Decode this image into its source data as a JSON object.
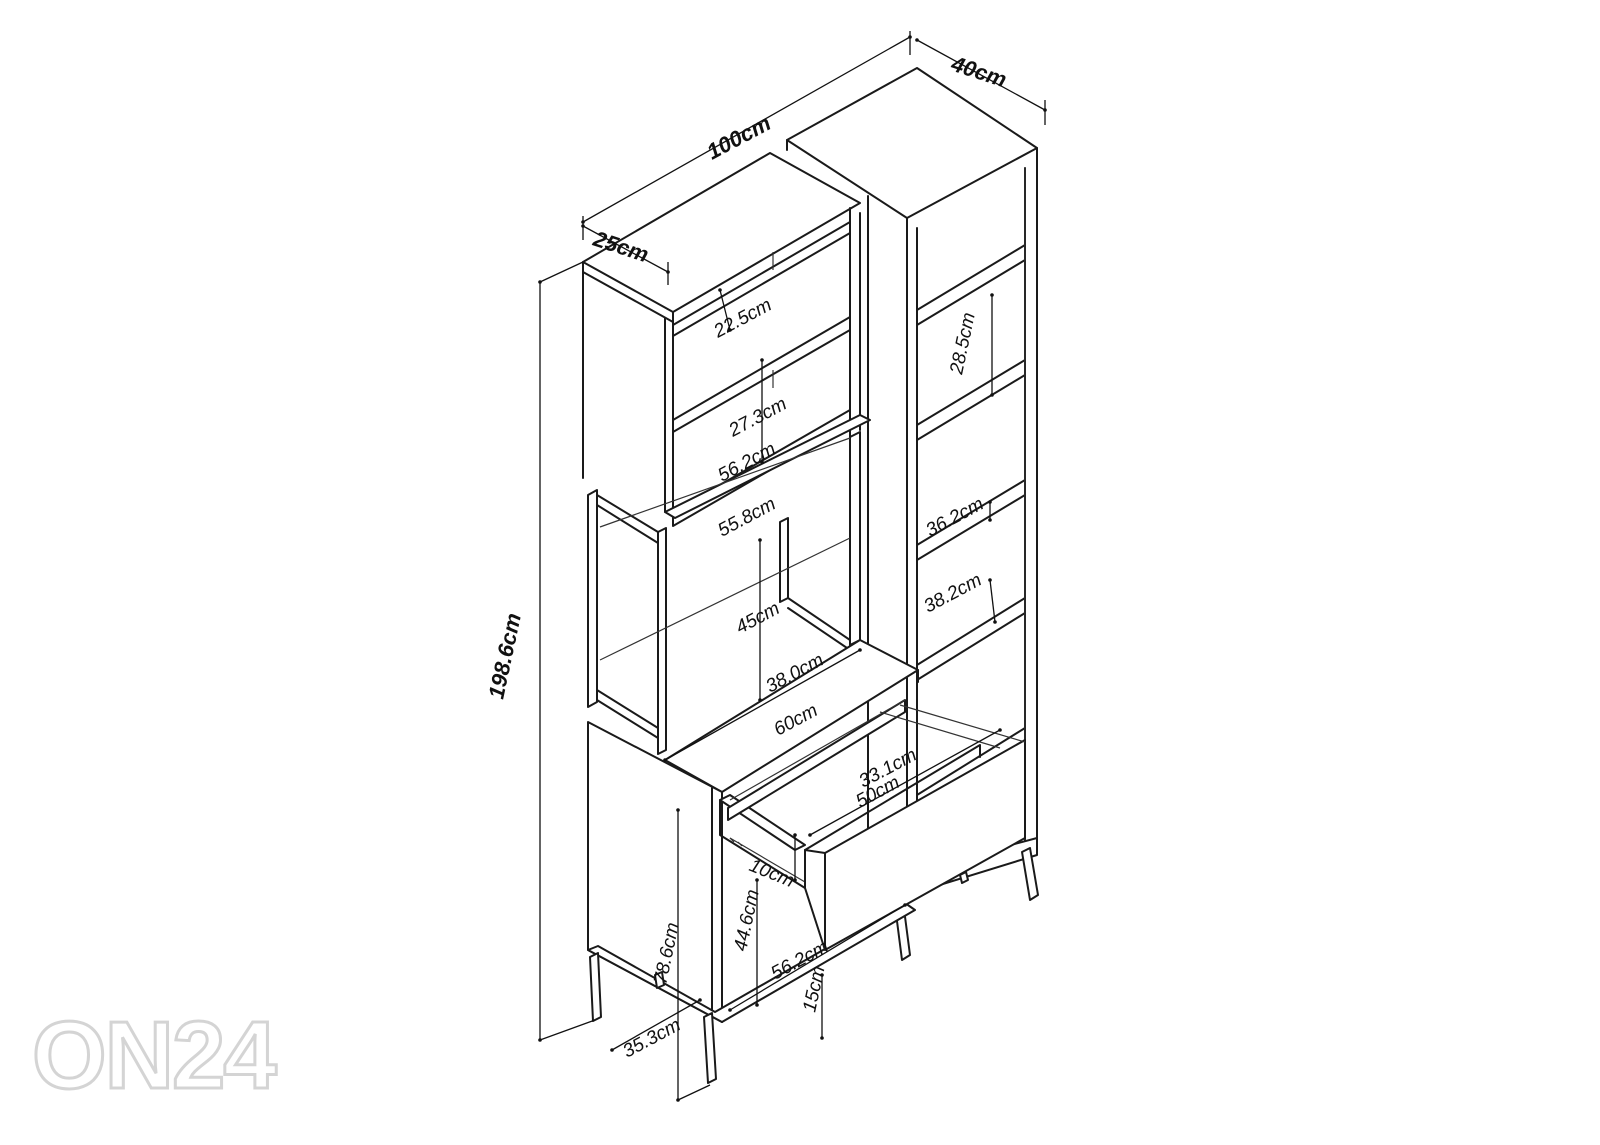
{
  "dimensions": {
    "width_total": "100cm",
    "depth_right": "40cm",
    "depth_left": "25cm",
    "height_total": "198.6cm",
    "shelf_top_left": "22.5cm",
    "shelf_second_left": "27.3cm",
    "shelf_right_upper": "28.5cm",
    "bridge_width_upper": "56.2cm",
    "bridge_width_lower": "55.8cm",
    "shelf_right_mid": "36.2cm",
    "shelf_right_lower": "38.2cm",
    "frame_height": "45cm",
    "frame_depth": "38.0cm",
    "desk_width": "60cm",
    "drawer_depth": "33.1cm",
    "drawer_width": "50cm",
    "drawer_height": "10cm",
    "cabinet_height": "78.6cm",
    "cabinet_inner_height": "44.6cm",
    "cabinet_width": "56.2cm",
    "leg_height": "15cm",
    "cabinet_depth": "35.3cm"
  },
  "watermark": "ON24"
}
